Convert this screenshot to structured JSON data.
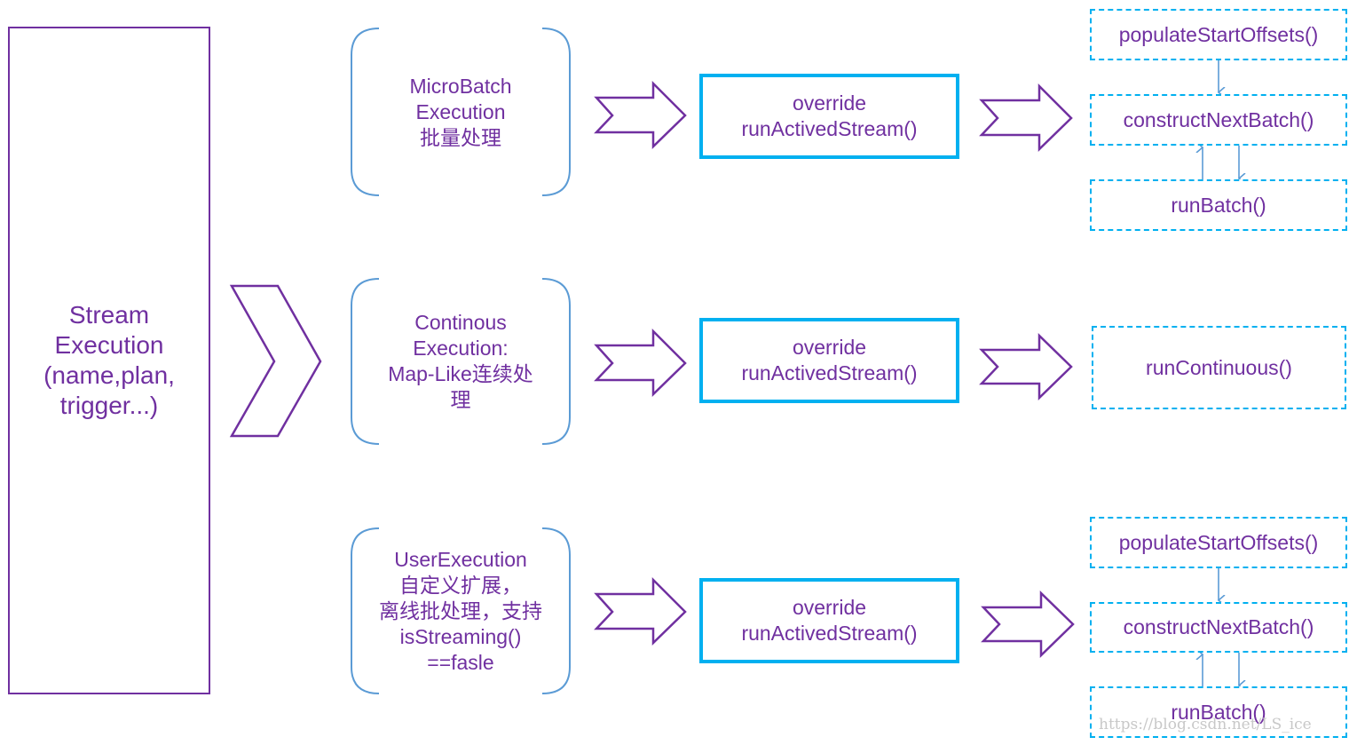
{
  "stream": {
    "label": "Stream\nExecution\n(name,plan,\ntrigger...)"
  },
  "rows": [
    {
      "execution": "MicroBatch\nExecution\n批量处理",
      "override": "override\nrunActivedStream()",
      "methods": [
        "populateStartOffsets()",
        "constructNextBatch()",
        "runBatch()"
      ]
    },
    {
      "execution": "Continous\nExecution:\nMap-Like连续处\n理",
      "override": "override\nrunActivedStream()",
      "methods": [
        "runContinuous()"
      ]
    },
    {
      "execution": "UserExecution\n自定义扩展，\n离线批处理，支持\nisStreaming()\n==fasle",
      "override": "override\nrunActivedStream()",
      "methods": [
        "populateStartOffsets()",
        "constructNextBatch()",
        "runBatch()"
      ]
    }
  ],
  "watermark": "https://blog.csdn.net/LS_ice",
  "colors": {
    "purple": "#7030a0",
    "blue": "#00b0f0",
    "steel": "#5b9bd5"
  },
  "icons": [
    "chevron-right-icon",
    "notched-arrow-right-icon",
    "arrow-down-icon",
    "arrow-up-icon"
  ]
}
